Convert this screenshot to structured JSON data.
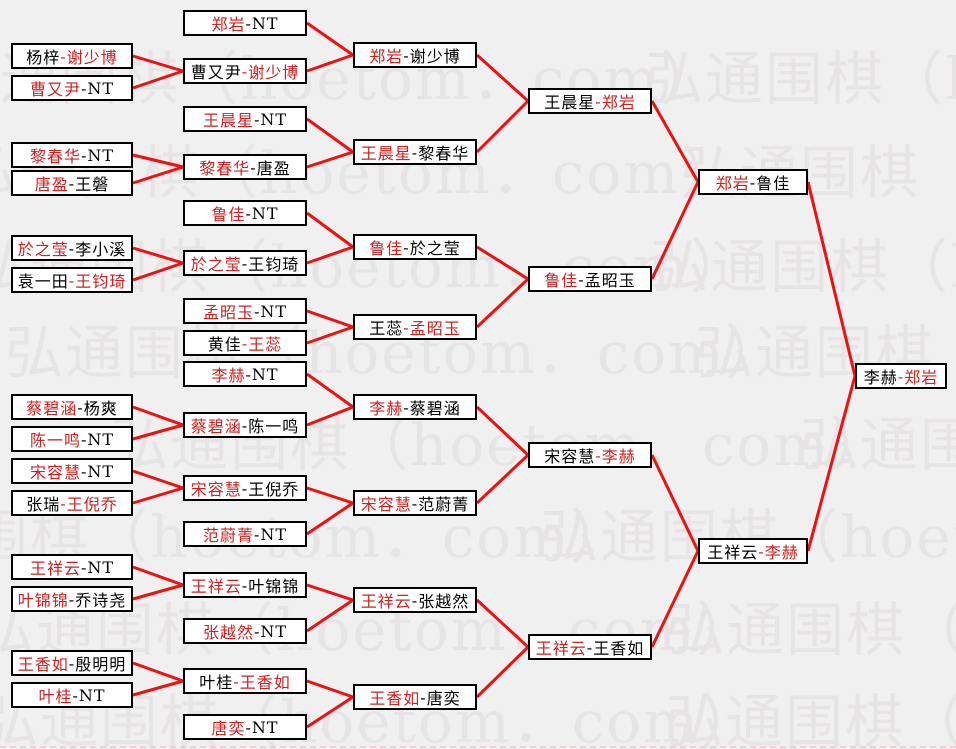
{
  "page": {
    "background": "#f1f0f1"
  },
  "watermark": {
    "text": "弘通围棋（hoetom．com）",
    "color": "#e7e4e6"
  },
  "colors": {
    "winner_text": "#cc2222",
    "player_text": "#000000",
    "line": "#ee1111",
    "box_border": "#000000",
    "box_background": "#ffffff"
  },
  "bracket": {
    "rounds": [
      {
        "id": "round-1",
        "matches": [
          {
            "p1": "杨梓",
            "p2": "谢少博",
            "winner": "p2"
          },
          {
            "p1": "曹又尹",
            "p2": "NT",
            "winner": "p1"
          },
          {
            "p1": "黎春华",
            "p2": "NT",
            "winner": "p1"
          },
          {
            "p1": "唐盈",
            "p2": "王磐",
            "winner": "p1"
          },
          {
            "p1": "於之莹",
            "p2": "李小溪",
            "winner": "p1"
          },
          {
            "p1": "袁一田",
            "p2": "王钧琦",
            "winner": "p2"
          },
          {
            "p1": "蔡碧涵",
            "p2": "杨爽",
            "winner": "p1"
          },
          {
            "p1": "陈一鸣",
            "p2": "NT",
            "winner": "p1"
          },
          {
            "p1": "宋容慧",
            "p2": "NT",
            "winner": "p1"
          },
          {
            "p1": "张瑞",
            "p2": "王倪乔",
            "winner": "p2"
          },
          {
            "p1": "王祥云",
            "p2": "NT",
            "winner": "p1"
          },
          {
            "p1": "叶锦锦",
            "p2": "乔诗尧",
            "winner": "p1"
          },
          {
            "p1": "王香如",
            "p2": "殷明明",
            "winner": "p1"
          },
          {
            "p1": "叶桂",
            "p2": "NT",
            "winner": "p1"
          }
        ]
      },
      {
        "id": "round-2",
        "matches": [
          {
            "p1": "郑岩",
            "p2": "NT",
            "winner": "p1"
          },
          {
            "p1": "曹又尹",
            "p2": "谢少博",
            "winner": "p2"
          },
          {
            "p1": "王晨星",
            "p2": "NT",
            "winner": "p1"
          },
          {
            "p1": "黎春华",
            "p2": "唐盈",
            "winner": "p1"
          },
          {
            "p1": "鲁佳",
            "p2": "NT",
            "winner": "p1"
          },
          {
            "p1": "於之莹",
            "p2": "王钧琦",
            "winner": "p1"
          },
          {
            "p1": "孟昭玉",
            "p2": "NT",
            "winner": "p1"
          },
          {
            "p1": "黄佳",
            "p2": "王蕊",
            "winner": "p2"
          },
          {
            "p1": "李赫",
            "p2": "NT",
            "winner": "p1"
          },
          {
            "p1": "蔡碧涵",
            "p2": "陈一鸣",
            "winner": "p1"
          },
          {
            "p1": "宋容慧",
            "p2": "王倪乔",
            "winner": "p1"
          },
          {
            "p1": "范蔚菁",
            "p2": "NT",
            "winner": "p1"
          },
          {
            "p1": "王祥云",
            "p2": "叶锦锦",
            "winner": "p1"
          },
          {
            "p1": "张越然",
            "p2": "NT",
            "winner": "p1"
          },
          {
            "p1": "叶桂",
            "p2": "王香如",
            "winner": "p2"
          },
          {
            "p1": "唐奕",
            "p2": "NT",
            "winner": "p1"
          }
        ]
      },
      {
        "id": "round-3",
        "matches": [
          {
            "p1": "郑岩",
            "p2": "谢少博",
            "winner": "p1"
          },
          {
            "p1": "王晨星",
            "p2": "黎春华",
            "winner": "p1"
          },
          {
            "p1": "鲁佳",
            "p2": "於之莹",
            "winner": "p1"
          },
          {
            "p1": "王蕊",
            "p2": "孟昭玉",
            "winner": "p2"
          },
          {
            "p1": "李赫",
            "p2": "蔡碧涵",
            "winner": "p1"
          },
          {
            "p1": "宋容慧",
            "p2": "范蔚菁",
            "winner": "p1"
          },
          {
            "p1": "王祥云",
            "p2": "张越然",
            "winner": "p1"
          },
          {
            "p1": "王香如",
            "p2": "唐奕",
            "winner": "p1"
          }
        ]
      },
      {
        "id": "quarterfinal",
        "matches": [
          {
            "p1": "王晨星",
            "p2": "郑岩",
            "winner": "p2"
          },
          {
            "p1": "鲁佳",
            "p2": "孟昭玉",
            "winner": "p1"
          },
          {
            "p1": "宋容慧",
            "p2": "李赫",
            "winner": "p2"
          },
          {
            "p1": "王祥云",
            "p2": "王香如",
            "winner": "p1"
          }
        ]
      },
      {
        "id": "semifinal",
        "matches": [
          {
            "p1": "郑岩",
            "p2": "鲁佳",
            "winner": "p1"
          },
          {
            "p1": "王祥云",
            "p2": "李赫",
            "winner": "p2"
          }
        ]
      },
      {
        "id": "final",
        "matches": [
          {
            "p1": "李赫",
            "p2": "郑岩",
            "winner": "p2"
          }
        ]
      }
    ]
  }
}
